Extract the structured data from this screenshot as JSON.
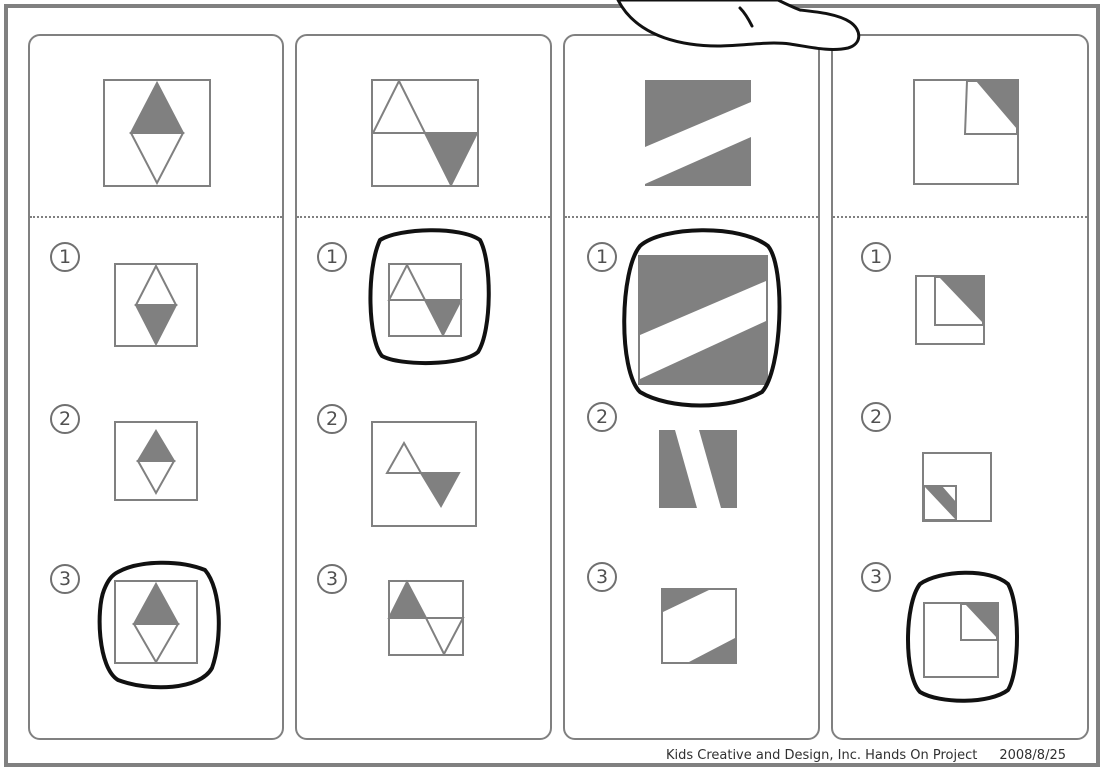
{
  "colors": {
    "frame": "#808080",
    "shape_fill": "#808080",
    "circle_mark": "#111111",
    "background": "#ffffff"
  },
  "questions": [
    {
      "id": "q1",
      "options": [
        {
          "label": "1"
        },
        {
          "label": "2"
        },
        {
          "label": "3",
          "circled": true
        }
      ]
    },
    {
      "id": "q2",
      "options": [
        {
          "label": "1",
          "circled": true
        },
        {
          "label": "2"
        },
        {
          "label": "3"
        }
      ]
    },
    {
      "id": "q3",
      "options": [
        {
          "label": "1",
          "circled": true
        },
        {
          "label": "2"
        },
        {
          "label": "3"
        }
      ]
    },
    {
      "id": "q4",
      "options": [
        {
          "label": "1"
        },
        {
          "label": "2"
        },
        {
          "label": "3",
          "circled": true
        }
      ]
    }
  ],
  "icons": [
    "pointing-hand-icon"
  ],
  "footer": {
    "credit": "Kids Creative and Design, Inc. Hands On Project",
    "date": "2008/8/25"
  }
}
